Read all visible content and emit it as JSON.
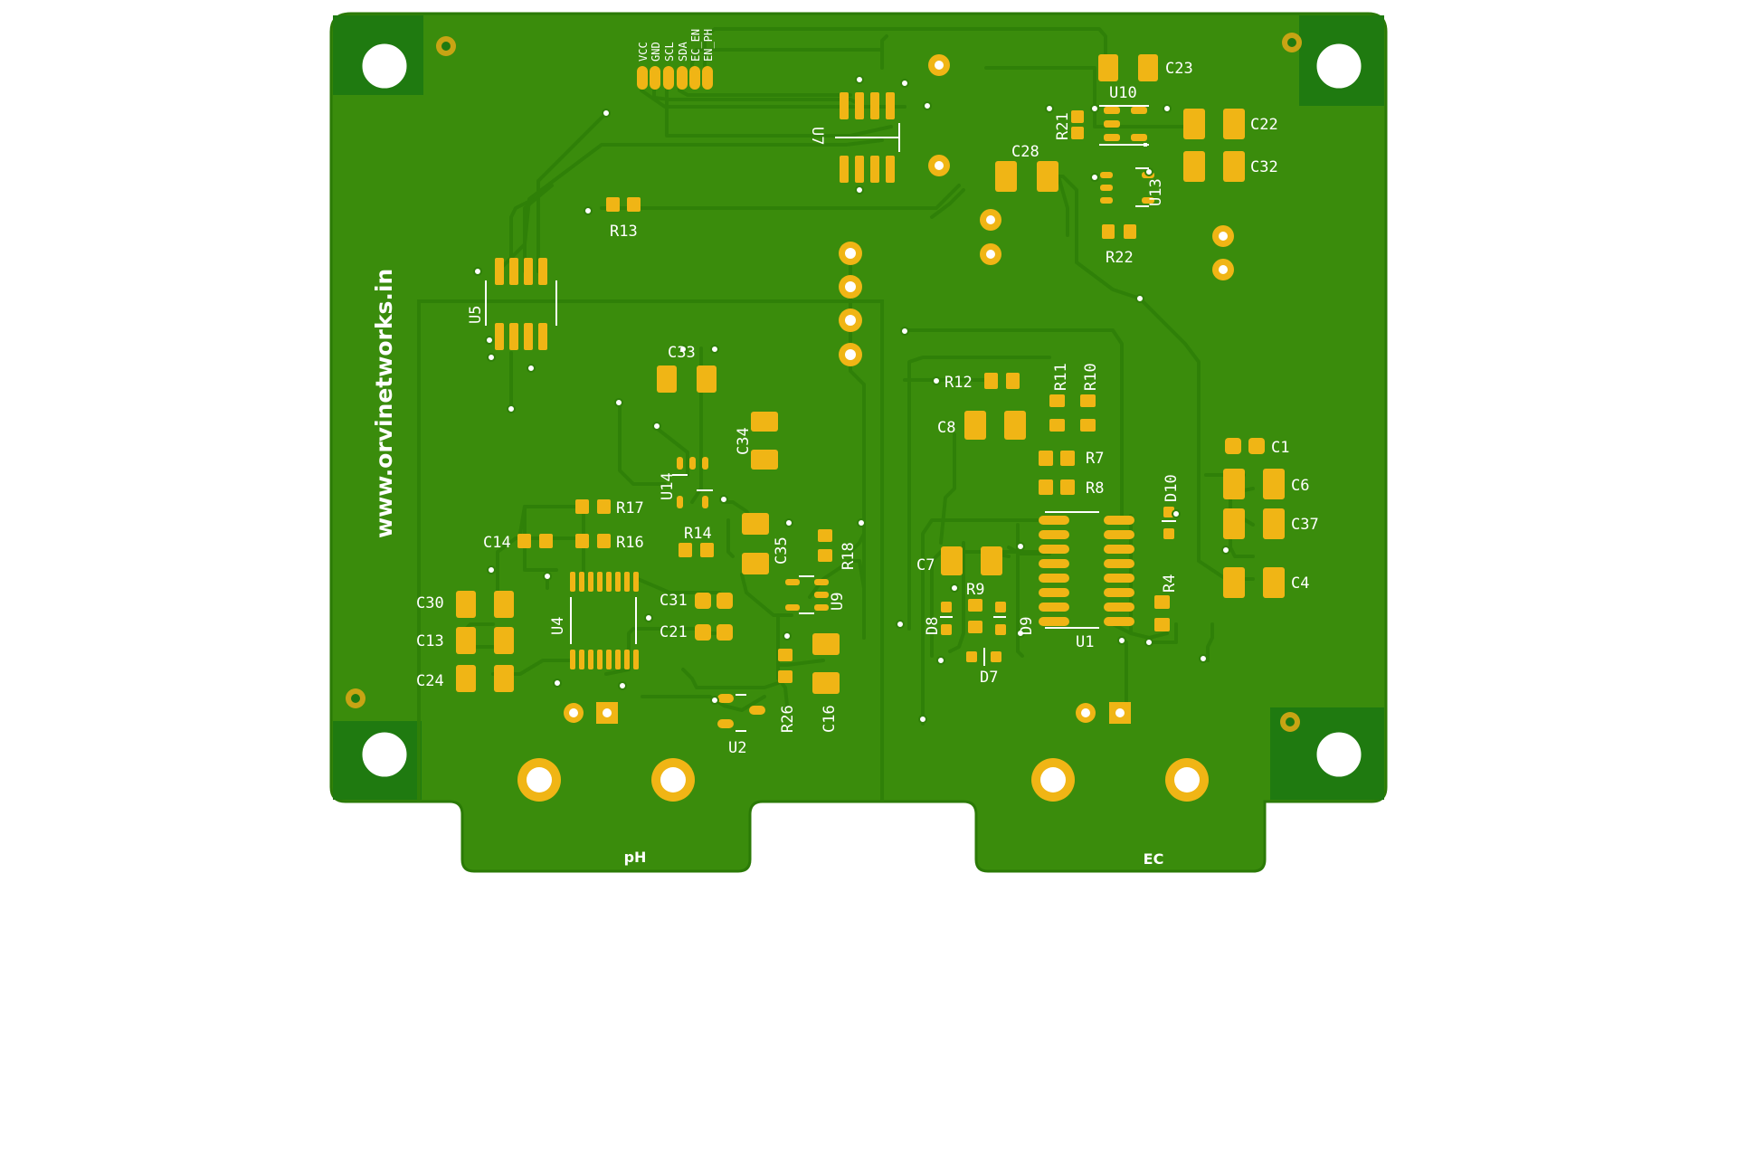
{
  "board": {
    "website": "www.orvinetworks.in",
    "sections": {
      "ph": "pH",
      "ec": "EC"
    },
    "header_pins": [
      "VCC",
      "GND",
      "SCL",
      "SDA",
      "EC_EN",
      "EN_PH"
    ]
  },
  "labels": {
    "U7": "U7",
    "U5": "U5",
    "U10": "U10",
    "U13": "U13",
    "U14": "U14",
    "U4": "U4",
    "U9": "U9",
    "U2": "U2",
    "U1": "U1",
    "C23": "C23",
    "C22": "C22",
    "C32": "C32",
    "C28": "C28",
    "R21": "R21",
    "R22": "R22",
    "R13": "R13",
    "C33": "C33",
    "C34": "C34",
    "R14": "R14",
    "R17": "R17",
    "R16": "R16",
    "C14": "C14",
    "C35": "C35",
    "R18": "R18",
    "C30": "C30",
    "C13": "C13",
    "C24": "C24",
    "C31": "C31",
    "C21": "C21",
    "R26": "R26",
    "C16": "C16",
    "R12": "R12",
    "R11": "R11",
    "R10": "R10",
    "C8": "C8",
    "R7": "R7",
    "R8": "R8",
    "D10": "D10",
    "C1": "C1",
    "C6": "C6",
    "C37": "C37",
    "C4": "C4",
    "R4": "R4",
    "C7": "C7",
    "R9": "R9",
    "D8": "D8",
    "D9": "D9",
    "D7": "D7"
  },
  "colors": {
    "mask": "#3a8c0c",
    "mask_edge": "#2b7a06",
    "trace": "#2f8008",
    "copper_pad": "#f0b515",
    "silk": "#ffffff",
    "bare_zone": "#1f7a10"
  }
}
